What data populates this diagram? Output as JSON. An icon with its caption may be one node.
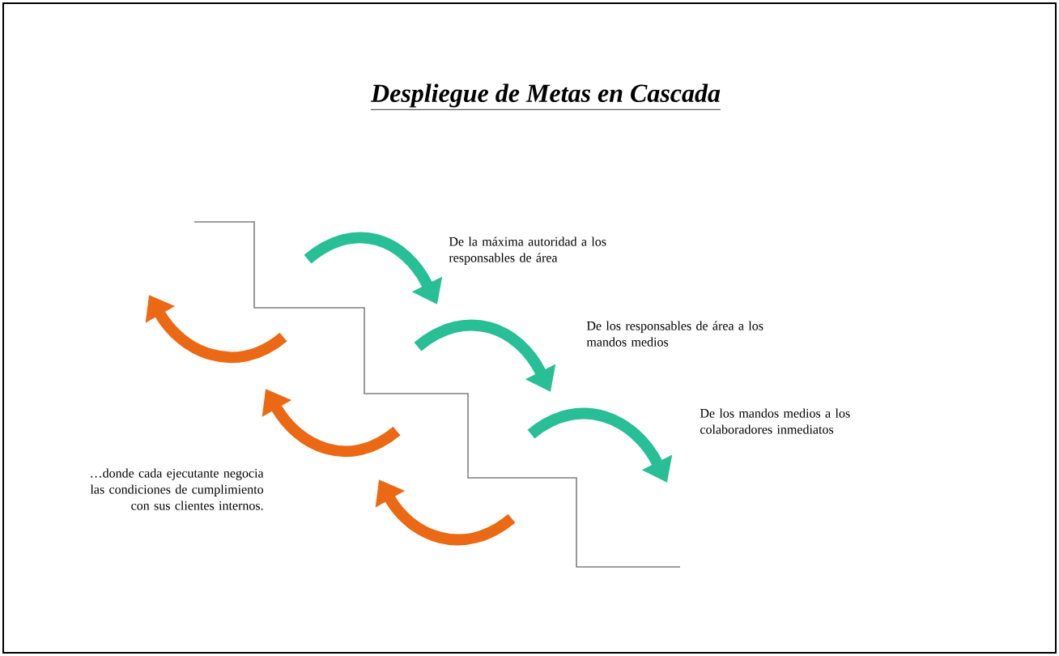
{
  "diagram": {
    "title": "Despliegue de Metas en Cascada",
    "labels": [
      "De la máxima autoridad a los responsables de área",
      "De los responsables de área a los mandos medios",
      "De los mandos medios a los colaboradores inmediatos",
      "…donde cada ejecutante negocia las condiciones de cumplimiento con sus clientes internos."
    ]
  }
}
